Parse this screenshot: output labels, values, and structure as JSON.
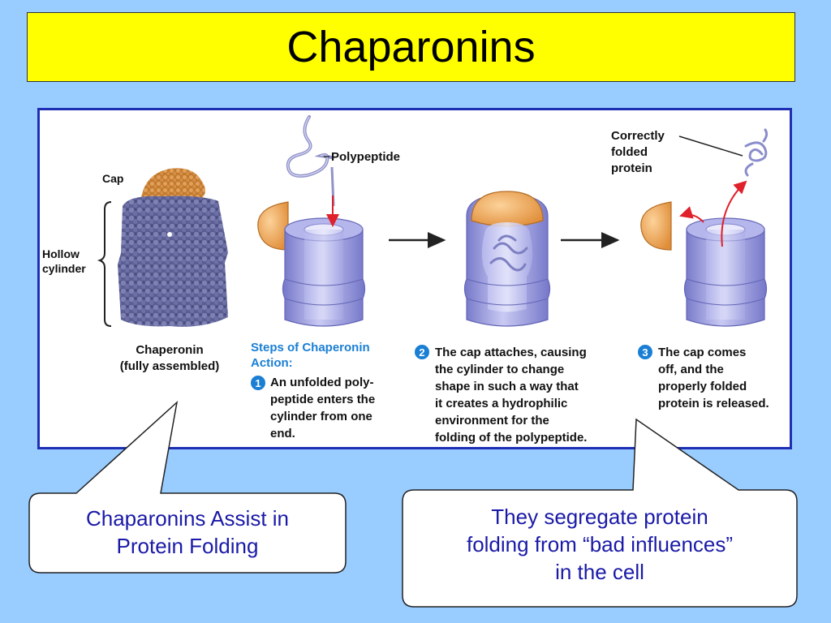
{
  "title": "Chaparonins",
  "figure": {
    "labels": {
      "cap": "Cap",
      "hollow_cylinder": [
        "Hollow",
        "cylinder"
      ],
      "chaperonin": [
        "Chaperonin",
        "(fully assembled)"
      ],
      "polypeptide": "Polypeptide",
      "correctly_folded": [
        "Correctly",
        "folded",
        "protein"
      ]
    },
    "steps_heading": [
      "Steps of Chaperonin",
      "Action:"
    ],
    "steps": [
      {
        "number": "1",
        "lines": [
          "An unfolded poly-",
          "peptide enters the",
          "cylinder from one",
          "end."
        ]
      },
      {
        "number": "2",
        "lines": [
          "The cap attaches, causing",
          "the cylinder to change",
          "shape in such a way that",
          "it creates a hydrophilic",
          "environment for the",
          "folding of the polypeptide."
        ]
      },
      {
        "number": "3",
        "lines": [
          "The cap comes",
          "off, and the",
          "properly folded",
          "protein is released."
        ]
      }
    ]
  },
  "callouts": {
    "left": [
      "Chaparonins Assist in",
      "Protein Folding"
    ],
    "right": [
      "They segregate protein",
      "folding from “bad influences”",
      "in the cell"
    ]
  },
  "colors": {
    "background": "#99ccff",
    "title_bg": "#ffff00",
    "frame": "#1f2fb3",
    "callout_text": "#1a1aa8",
    "cylinder": "#9d9fe0",
    "cap": "#f0a95a",
    "arrow_red": "#e0202a",
    "step_blue": "#1a7fd4"
  }
}
